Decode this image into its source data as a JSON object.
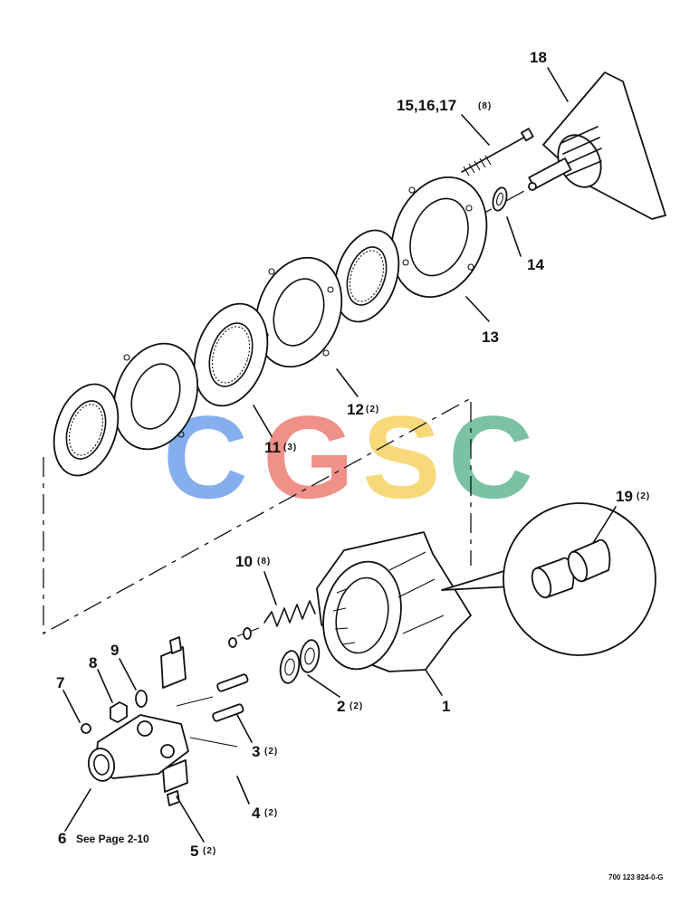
{
  "watermark": {
    "letters": [
      "C",
      "G",
      "S",
      "C"
    ],
    "colors": [
      "#5b93e8",
      "#ea6b62",
      "#f6cd4e",
      "#4fae86"
    ]
  },
  "labels": {
    "l1": "1",
    "l2": "2",
    "l2q": "(2)",
    "l3": "3",
    "l3q": "(2)",
    "l4": "4",
    "l4q": "(2)",
    "l5": "5",
    "l5q": "(2)",
    "l6": "6",
    "l6note": "See Page 2-10",
    "l7": "7",
    "l8": "8",
    "l9": "9",
    "l10": "10",
    "l10q": "(8)",
    "l11": "11",
    "l11q": "(3)",
    "l12": "12",
    "l12q": "(2)",
    "l13": "13",
    "l14": "14",
    "l151617": "15,16,17",
    "l151617q": "(8)",
    "l18": "18",
    "l19": "19",
    "l19q": "(2)"
  },
  "drawing_code": "700 123 824-0-G"
}
